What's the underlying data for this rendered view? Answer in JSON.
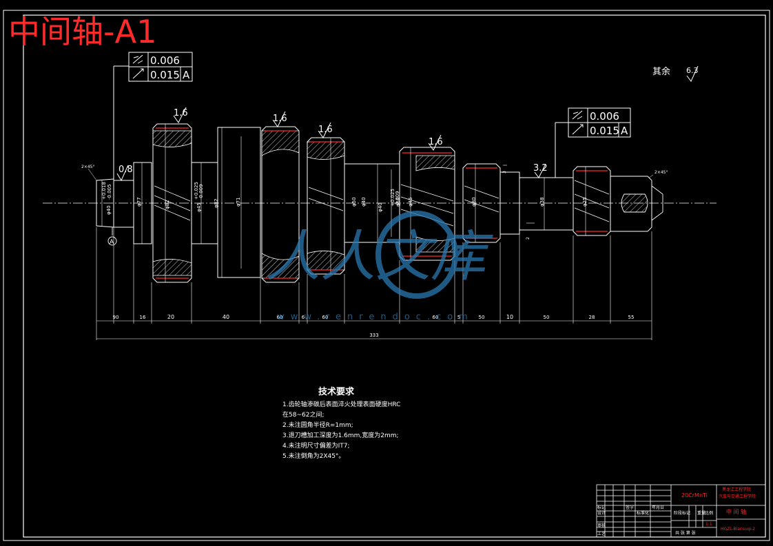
{
  "title": "中间轴-A1",
  "roughness": {
    "rest_label": "其余",
    "rest_value": "6.3",
    "gear_values": [
      "1.6",
      "1.6",
      "1.6",
      "1.6"
    ],
    "journal_left": "0.8",
    "journal_right": "3.2"
  },
  "tolerance_left": {
    "row1_value": "0.006",
    "row2_value": "0.015",
    "datum": "A"
  },
  "tolerance_right": {
    "row1_value": "0.006",
    "row2_value": "0.015",
    "datum": "A"
  },
  "datum_mark": "A",
  "diameters": [
    "φ50",
    "φ77",
    "φ45",
    "φ82",
    "φ71",
    "φ50",
    "φ40",
    "φ56",
    "φ45",
    "φ80",
    "φ38",
    "φ25"
  ],
  "diameter_tol_left": {
    "value": "φ40",
    "upper": "+0.018",
    "lower": "-0.005"
  },
  "diameter_tol_mid": {
    "upper": "+0.025",
    "lower": "-0.009"
  },
  "axial_dims": [
    "90",
    "16",
    "20",
    "40",
    "60",
    "6",
    "60",
    "60",
    "5",
    "50",
    "10",
    "50",
    "28",
    "55"
  ],
  "total_length": "333",
  "small_dims": [
    "2",
    "3"
  ],
  "chamfer_left": "2×45°",
  "chamfer_right": "2×45°",
  "tech_req": {
    "heading": "技术要求",
    "items": [
      "1.齿轮轴渗碳后表面淬火处理表面硬度HRC",
      "在58~62之间;",
      "2.未注圆角半径R=1mm;",
      "3.退刀槽加工深度为1.6mm,宽度为2mm;",
      "4.未注明尺寸偏差为IT7;",
      "5.未注倒角为2X45°。"
    ]
  },
  "title_block": {
    "material": "20CrMnTi",
    "school_line1": "黑龙江工程学院",
    "school_line2": "汽车与交通工程学院",
    "part_name": "中 间 轴",
    "drawing_no": "HGZL-Biansuqi-2",
    "stage_label": "阶段标记",
    "weight_label": "重量",
    "scale_label": "比例",
    "scale_value": "1:1",
    "sheet_label": "共 张 第 张",
    "rows": [
      "标记",
      "设计",
      "审核",
      "工艺"
    ],
    "sign_label": "签字",
    "date_label": "年月日",
    "std_label": "标准化"
  },
  "watermark": {
    "text": "人人文库",
    "url": "www.renrendoc.com"
  },
  "colors": {
    "line": "#ffffff",
    "accent": "#ff2a2a",
    "cyan": "#00d0ff",
    "watermark": "#2a78b0"
  }
}
